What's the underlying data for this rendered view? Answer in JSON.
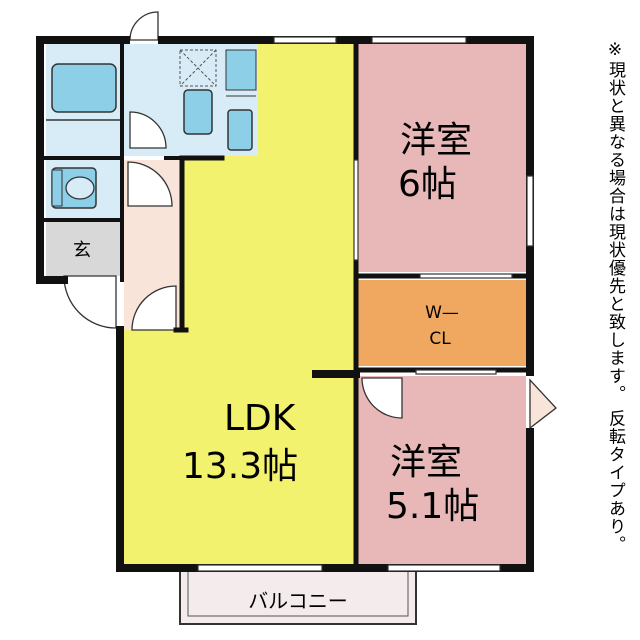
{
  "rooms": {
    "ldk_name": "LDK",
    "ldk_size": "13.3帖",
    "bedroom1_name": "洋室",
    "bedroom1_size": "6帖",
    "bedroom2_name": "洋室",
    "bedroom2_size": "5.1帖",
    "closet_line1": "W—",
    "closet_line2": "CL",
    "entrance": "玄",
    "balcony": "バルコニー"
  },
  "note": "※現状と異なる場合は現状優先と致します。 反転タイプあり。",
  "colors": {
    "ldk": "#f2f26e",
    "bedroom": "#e8b8b8",
    "closet": "#f0a860",
    "wet_area": "#d8ecf8",
    "fixture": "#8ecfe8",
    "hall": "#f8e4d8",
    "entrance": "#d8d8d8",
    "balcony": "#f4ecec",
    "wall": "#111111"
  }
}
